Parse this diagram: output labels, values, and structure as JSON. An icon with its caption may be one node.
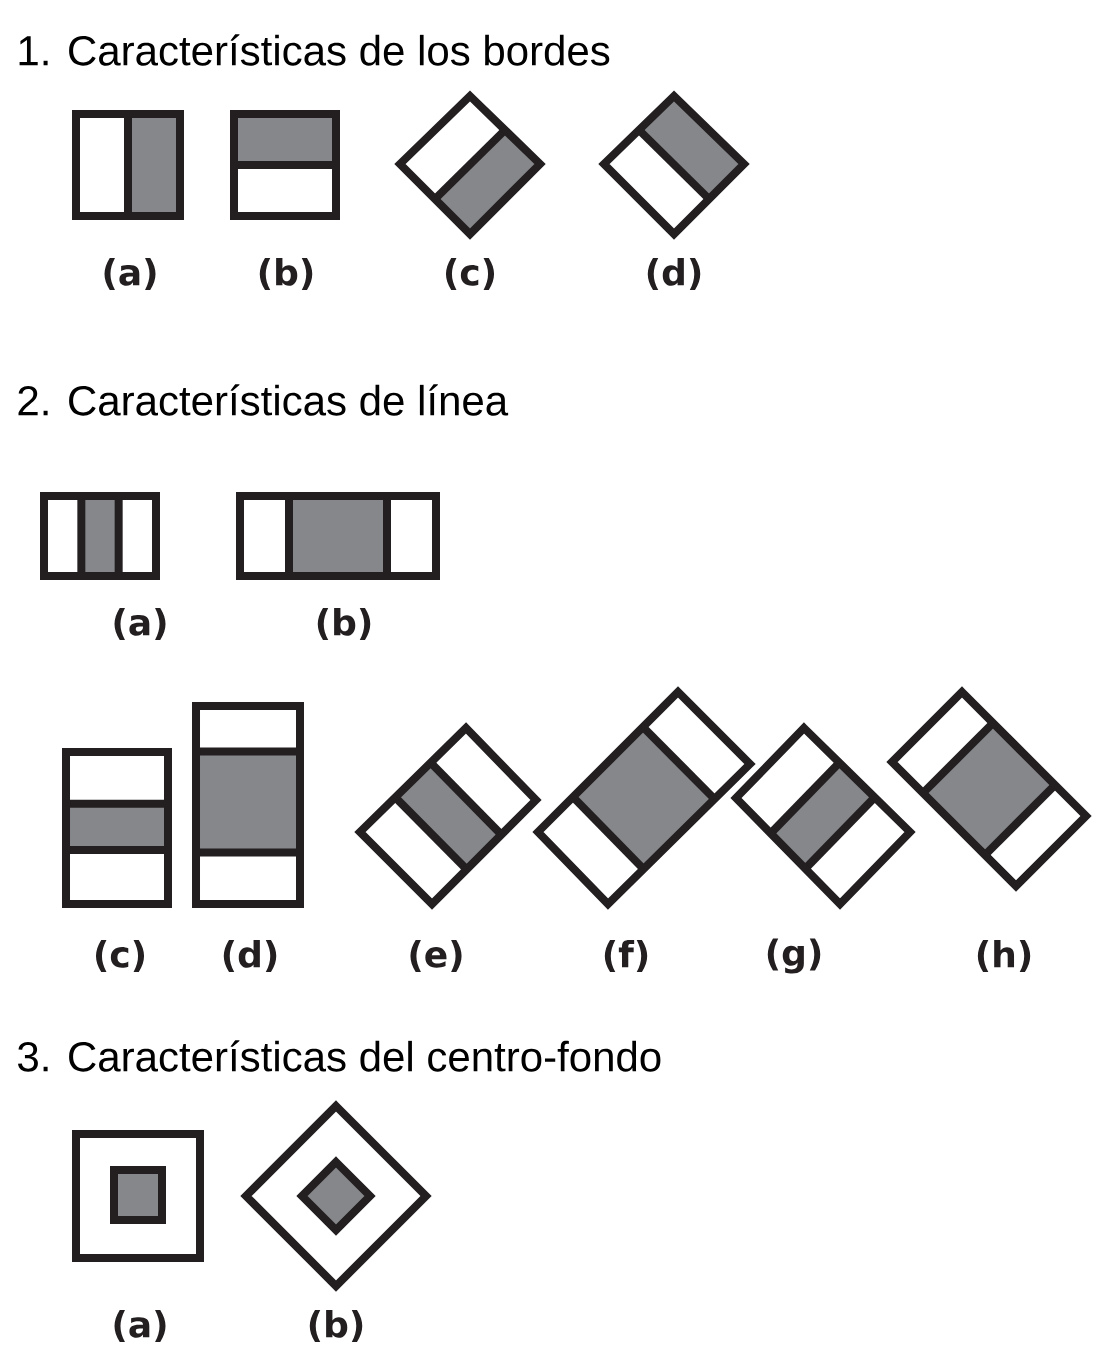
{
  "diagram": {
    "labels": [
      "1. Características de los bordes",
      "(a)",
      "(b)",
      "(c)",
      "(d)",
      "2. Características de línea",
      "(a)",
      "(b)",
      "(c)",
      "(d)",
      "(e)",
      "(f)",
      "(g)",
      "(h)",
      "3. Características del centro-fondo",
      "(a)",
      "(b)"
    ]
  }
}
